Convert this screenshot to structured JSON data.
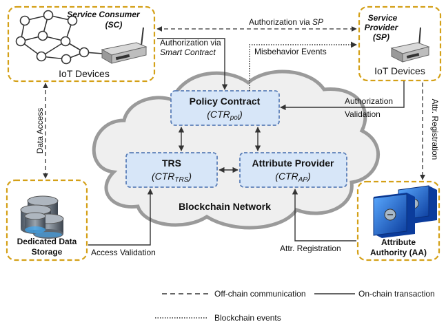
{
  "nodes": {
    "service_consumer": {
      "title": "Service Consumer",
      "abbr": "(SC)",
      "devices": "IoT Devices"
    },
    "service_provider": {
      "title_line1": "Service",
      "title_line2": "Provider",
      "abbr": "(SP)",
      "devices": "IoT Devices"
    },
    "policy_contract": {
      "title": "Policy Contract",
      "code_base": "CTR",
      "code_sub": "pol"
    },
    "trs": {
      "title": "TRS",
      "code_base": "CTR",
      "code_sub": "TRS"
    },
    "attribute_provider": {
      "title": "Attribute Provider",
      "code_base": "CTR",
      "code_sub": "AP"
    },
    "blockchain": {
      "label": "Blockchain Network"
    },
    "storage": {
      "line1": "Dedicated Data",
      "line2": "Storage"
    },
    "attribute_authority": {
      "line1": "Attribute",
      "line2": "Authority (AA)"
    }
  },
  "edges": {
    "auth_via_sp_prefix": "Authorization via ",
    "auth_via_sp_em": "SP",
    "auth_via_sc_line1": "Authorization via",
    "auth_via_sc_line2": "Smart Contract",
    "misbehavior": "Misbehavior Events",
    "authorization_validation_line1": "Authorization",
    "authorization_validation_line2": "Validation",
    "attr_registration_vertical": "Attr. Registration",
    "data_access": "Data Access",
    "access_validation": "Access Validation",
    "attr_registration": "Attr. Registration"
  },
  "legend": {
    "offchain": "Off-chain communication",
    "onchain": "On-chain transaction",
    "events": "Blockchain events"
  },
  "colors": {
    "gold": "#d4a017",
    "contract_fill": "#d7e6f8",
    "contract_border": "#5b7fb8",
    "cloud_fill": "#efefef"
  }
}
